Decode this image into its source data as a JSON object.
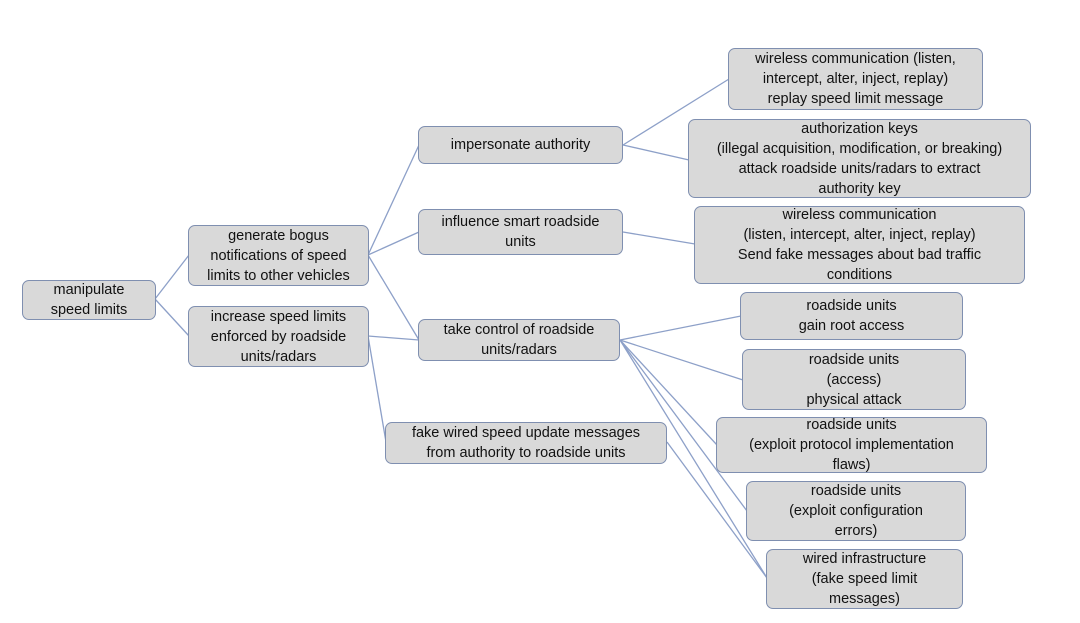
{
  "diagram": {
    "root": "manipulate\nspeed limits",
    "generate_bogus": "generate bogus\nnotifications of speed\nlimits to other vehicles",
    "increase_limits": "increase speed limits\nenforced by roadside\nunits/radars",
    "impersonate": "impersonate authority",
    "influence": "influence smart roadside\nunits",
    "take_control": "take control of roadside\nunits/radars",
    "fake_wired": "fake wired speed update messages\nfrom authority to roadside units",
    "leaf_wireless_replay": "wireless communication (listen,\nintercept, alter, inject, replay)\nreplay speed limit message",
    "leaf_auth_keys": "authorization keys\n(illegal acquisition, modification, or breaking)\nattack roadside units/radars to extract\nauthority key",
    "leaf_wireless_fake": "wireless communication\n(listen, intercept, alter, inject, replay)\nSend fake messages about bad traffic\nconditions",
    "leaf_root_access": "roadside units\ngain root access",
    "leaf_physical": "roadside units\n(access)\nphysical attack",
    "leaf_protocol": "roadside units\n(exploit protocol implementation\nflaws)",
    "leaf_config": "roadside units\n(exploit configuration\nerrors)",
    "leaf_wired_infra": "wired infrastructure\n(fake speed limit\nmessages)"
  }
}
